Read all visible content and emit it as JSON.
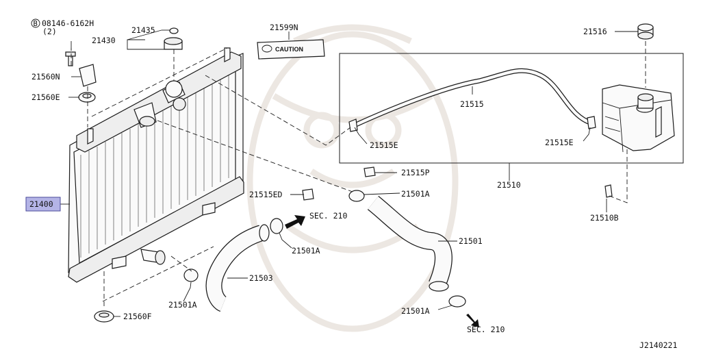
{
  "diagram_id": "J2140221",
  "caution_text": "CAUTION",
  "labels": {
    "bolt": "08146-6162H",
    "bolt_prefix": "B",
    "bolt_qty": "(2)",
    "p21435": "21435",
    "p21430": "21430",
    "p21560N": "21560N",
    "p21560E": "21560E",
    "p21400": "21400",
    "p21599N": "21599N",
    "p21516": "21516",
    "p21515": "21515",
    "p21515E_left": "21515E",
    "p21515E_right": "21515E",
    "p21515P": "21515P",
    "p21510": "21510",
    "p21510B": "21510B",
    "p21515ED": "21515ED",
    "p21501A_top": "21501A",
    "p21501A_mid": "21501A",
    "p21501A_left": "21501A",
    "p21501A_bottom": "21501A",
    "sec210_top": "SEC. 210",
    "sec210_bottom": "SEC. 210",
    "p21501": "21501",
    "p21503": "21503",
    "p21560F": "21560F"
  },
  "colors": {
    "highlight_fill": "#b4b4e6",
    "highlight_border": "#4a4a9a",
    "line": "#1a1a1a",
    "watermark": "#ece7e2"
  }
}
